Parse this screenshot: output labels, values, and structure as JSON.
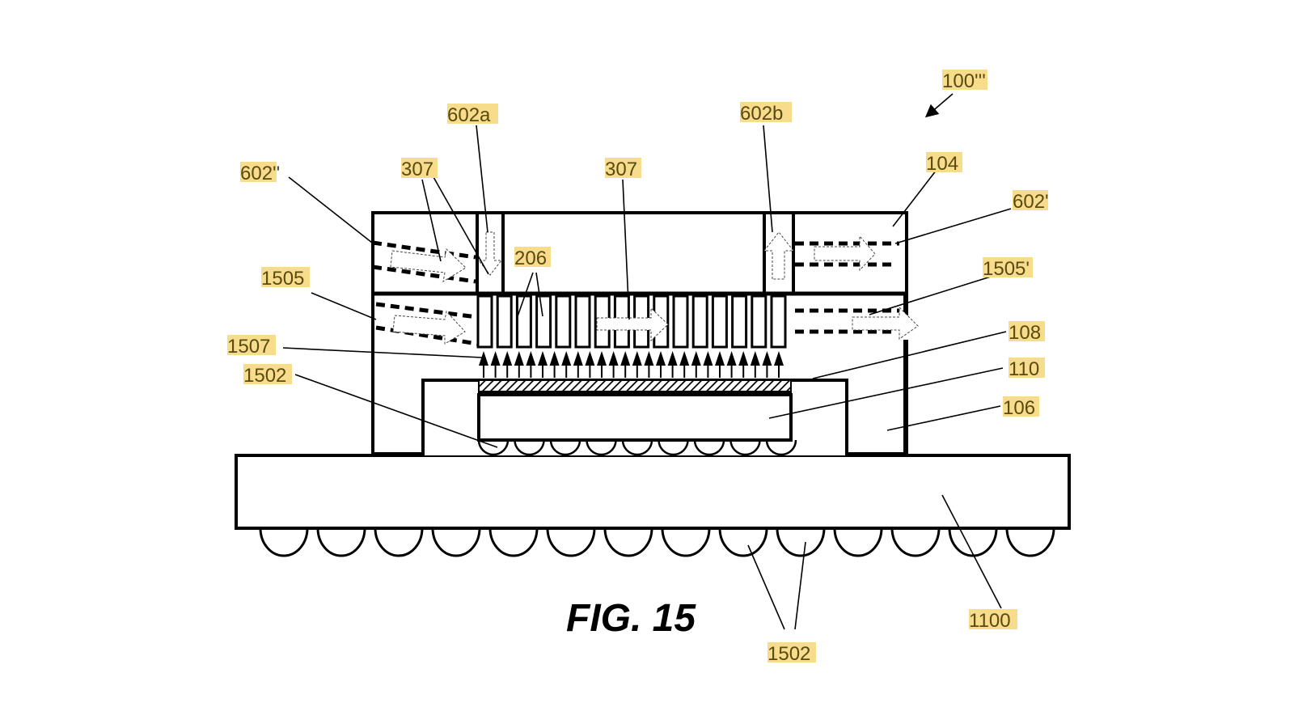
{
  "figure": {
    "caption": "FIG. 15",
    "assembly_label": "100'''",
    "highlight_color": "#f7dc8c",
    "label_text_color": "#5a4a10",
    "line_color": "#000000"
  },
  "labels": {
    "l_100": "100'''",
    "l_602a": "602a",
    "l_602b": "602b",
    "l_602pp": "602''",
    "l_307_left": "307",
    "l_307_mid": "307",
    "l_104": "104",
    "l_602p": "602'",
    "l_1505": "1505",
    "l_206": "206",
    "l_1505p": "1505'",
    "l_1507": "1507",
    "l_108": "108",
    "l_1502_top": "1502",
    "l_110": "110",
    "l_106": "106",
    "l_1100": "1100",
    "l_1502_bottom": "1502"
  },
  "components": [
    {
      "ref": "104",
      "name": "lid / cold plate"
    },
    {
      "ref": "106",
      "name": "package housing"
    },
    {
      "ref": "108",
      "name": "thermal interface layer (hatched)"
    },
    {
      "ref": "110",
      "name": "die"
    },
    {
      "ref": "206",
      "name": "heat-sink fins"
    },
    {
      "ref": "307",
      "name": "coolant flow arrows"
    },
    {
      "ref": "602a",
      "name": "inlet channel"
    },
    {
      "ref": "602b",
      "name": "outlet channel"
    },
    {
      "ref": "602'",
      "name": "outlet passage"
    },
    {
      "ref": "602''",
      "name": "inlet passage"
    },
    {
      "ref": "1505",
      "name": "inlet manifold"
    },
    {
      "ref": "1505'",
      "name": "outlet manifold"
    },
    {
      "ref": "1507",
      "name": "impinging jets"
    },
    {
      "ref": "1502",
      "name": "solder bumps / balls"
    },
    {
      "ref": "1100",
      "name": "substrate"
    }
  ],
  "counts": {
    "fins": 16,
    "jets": 26,
    "die_bumps": 9,
    "substrate_balls": 14
  }
}
